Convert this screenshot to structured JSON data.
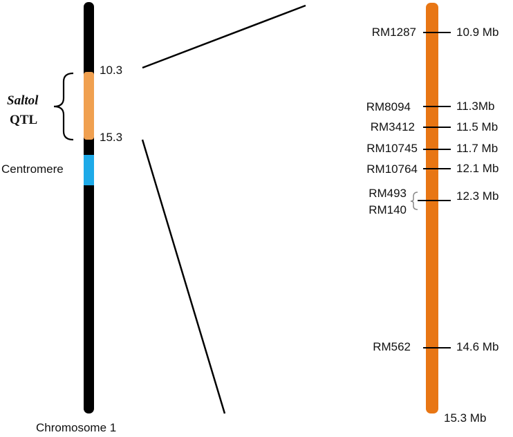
{
  "chromosome": {
    "label": "Chromosome 1",
    "qtl_start": "10.3",
    "qtl_end": "15.3",
    "qtl_name_italic": "Saltol",
    "qtl_name_suffix": "QTL",
    "centromere_label": "Centromere"
  },
  "expanded_region": {
    "end_label": "15.3 Mb",
    "markers": [
      {
        "name": "RM1287",
        "position": "10.9 Mb"
      },
      {
        "name": "RM8094",
        "position": "11.3Mb"
      },
      {
        "name": "RM3412",
        "position": "11.5 Mb"
      },
      {
        "name": "RM10745",
        "position": "11.7 Mb"
      },
      {
        "name": "RM10764",
        "position": "12.1 Mb"
      },
      {
        "name": "RM493",
        "position": ""
      },
      {
        "name": "RM140",
        "position": "12.3 Mb"
      },
      {
        "name": "RM562",
        "position": "14.6 Mb"
      }
    ]
  },
  "colors": {
    "chromosome": "#000000",
    "qtl": "#f0a050",
    "centromere": "#1eaae8",
    "expanded_bar": "#e87614",
    "bracket_small": "#888888"
  }
}
